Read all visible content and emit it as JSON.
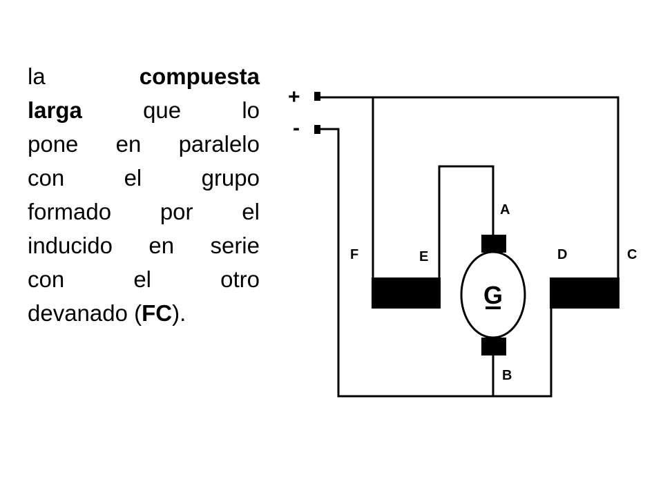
{
  "text": {
    "lines": [
      [
        "la",
        "compuesta"
      ],
      [
        "larga",
        "que",
        "lo"
      ],
      [
        "pone",
        "en",
        "paralelo"
      ],
      [
        "con",
        "el",
        "grupo"
      ],
      [
        "formado",
        "por",
        "el"
      ],
      [
        "inducido",
        "en",
        "serie"
      ],
      [
        "con",
        "el",
        "otro"
      ]
    ],
    "bold_words": [
      "compuesta",
      "larga",
      "FC"
    ],
    "last_line": {
      "pre": "devanado (",
      "bold": "FC",
      "post": ")."
    }
  },
  "diagram": {
    "plus_sign": "+",
    "minus_sign": "-",
    "generator_label": "G",
    "labels": {
      "A": "A",
      "B": "B",
      "C": "C",
      "D": "D",
      "E": "E",
      "F": "F"
    }
  }
}
